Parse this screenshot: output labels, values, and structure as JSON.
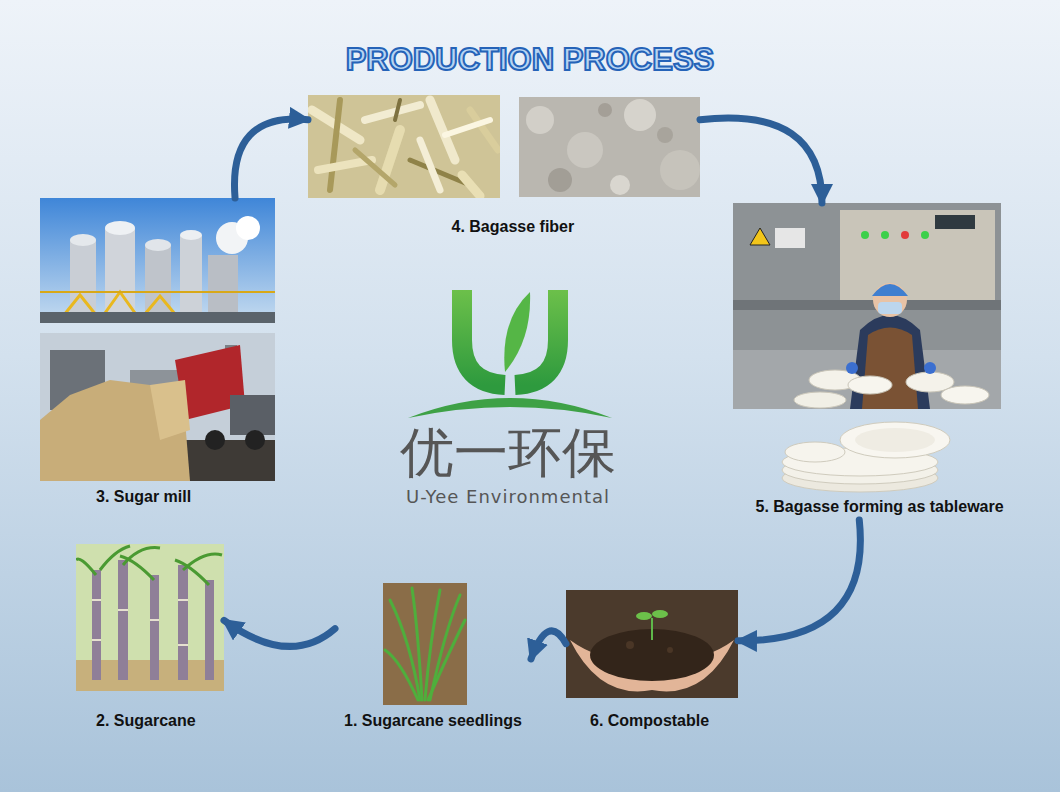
{
  "diagram": {
    "title": "PRODUCTION PROCESS",
    "nodes": [
      {
        "text": [
          "4. Bagasse fiber"
        ]
      },
      {
        "text": [
          "3. Sugar mill"
        ]
      },
      {
        "text": [
          "5. Bagasse forming as tableware"
        ]
      },
      {
        "text": [
          "2. Sugarcane"
        ]
      },
      {
        "text": [
          "1. Sugarcane seedlings"
        ]
      },
      {
        "text": [
          "6. Compostable"
        ]
      }
    ],
    "edges": [
      {
        "from": 1,
        "to": 0,
        "arrow": "to"
      },
      {
        "from": 0,
        "to": 2,
        "arrow": "to"
      },
      {
        "from": 2,
        "to": 5,
        "arrow": "to"
      },
      {
        "from": 5,
        "to": 4,
        "arrow": "to"
      },
      {
        "from": 4,
        "to": 3,
        "arrow": "to"
      }
    ],
    "labels": [
      "优一环保",
      "U-Yee Environmental"
    ]
  }
}
